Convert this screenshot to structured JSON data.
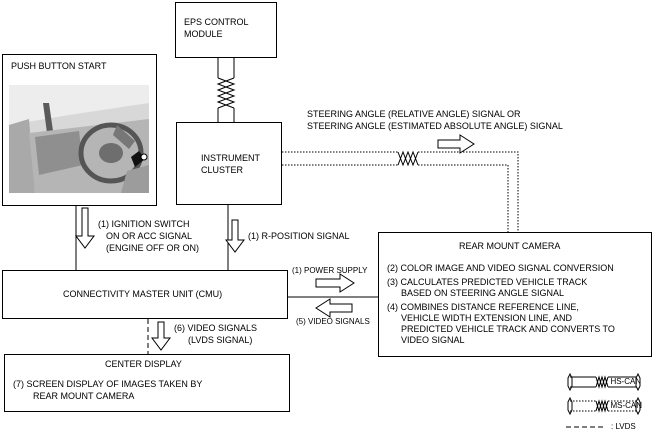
{
  "boxes": {
    "eps": [
      "EPS CONTROL",
      "MODULE"
    ],
    "push_button": "PUSH BUTTON START",
    "instrument_cluster": [
      "INSTRUMENT",
      "CLUSTER"
    ],
    "cmu": "CONNECTIVITY MASTER UNIT (CMU)",
    "center_display": {
      "title": "CENTER DISPLAY",
      "item": [
        "(7)  SCREEN DISPLAY OF IMAGES TAKEN BY",
        "REAR MOUNT CAMERA"
      ]
    },
    "rear_camera": {
      "title": "REAR MOUNT CAMERA",
      "items": [
        [
          "(2) COLOR IMAGE AND VIDEO SIGNAL CONVERSION"
        ],
        [
          "(3) CALCULATES PREDICTED VEHICLE TRACK",
          "BASED ON STEERING ANGLE SIGNAL"
        ],
        [
          "(4) COMBINES DISTANCE REFERENCE LINE,",
          "VEHICLE WIDTH EXTENSION LINE, AND",
          "PREDICTED VEHICLE TRACK AND CONVERTS TO",
          "VIDEO SIGNAL"
        ]
      ]
    }
  },
  "signals": {
    "steering": [
      "STEERING ANGLE (RELATIVE ANGLE) SIGNAL OR",
      "STEERING ANGLE (ESTIMATED ABSOLUTE ANGLE) SIGNAL"
    ],
    "ignition": [
      "(1) IGNITION SWITCH",
      "ON OR ACC SIGNAL",
      "(ENGINE OFF OR ON)"
    ],
    "r_position": "(1) R-POSITION SIGNAL",
    "power_supply": "(1) POWER SUPPLY",
    "video_signals_camera": "(5) VIDEO SIGNALS",
    "video_signals_display": [
      "(6) VIDEO SIGNALS",
      "(LVDS SIGNAL)"
    ]
  },
  "legend": {
    "hs_can": ": HS-CAN",
    "ms_can": ": MS-CAN",
    "lvds": ": LVDS"
  }
}
